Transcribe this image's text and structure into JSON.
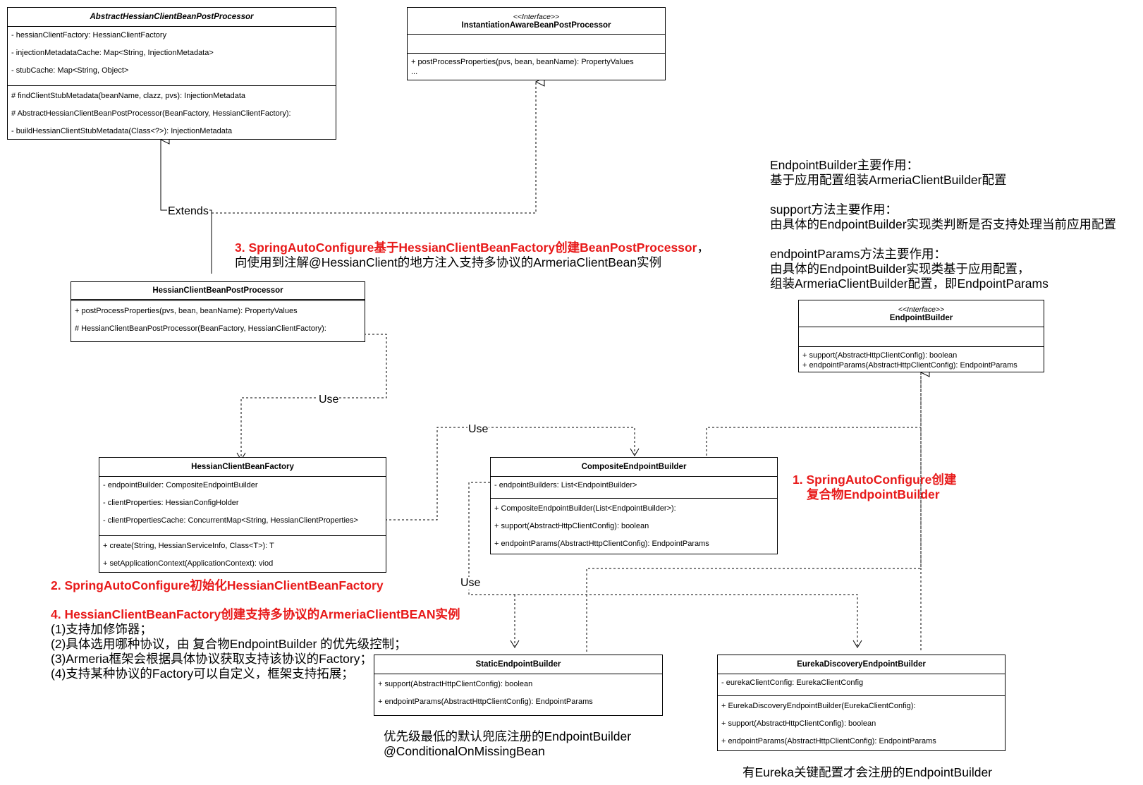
{
  "classes": {
    "abstract_hessian": {
      "name": "AbstractHessianClientBeanPostProcessor",
      "fields": [
        "- hessianClientFactory: HessianClientFactory",
        "- injectionMetadataCache: Map<String, InjectionMetadata>",
        "- stubCache: Map<String, Object>"
      ],
      "methods": [
        "# findClientStubMetadata(beanName, clazz, pvs): InjectionMetadata",
        "# AbstractHessianClientBeanPostProcessor(BeanFactory, HessianClientFactory):",
        "- buildHessianClientStubMetadata(Class<?>): InjectionMetadata"
      ]
    },
    "instantiation_aware": {
      "stereotype": "<<Interface>>",
      "name": "InstantiationAwareBeanPostProcessor",
      "methods": [
        "+ postProcessProperties(pvs, bean, beanName): PropertyValues",
        "..."
      ]
    },
    "hessian_bpp": {
      "name": "HessianClientBeanPostProcessor",
      "methods": [
        "+ postProcessProperties(pvs, bean, beanName): PropertyValues",
        "# HessianClientBeanPostProcessor(BeanFactory, HessianClientFactory):"
      ]
    },
    "hessian_factory": {
      "name": "HessianClientBeanFactory",
      "fields": [
        "- endpointBuilder: CompositeEndpointBuilder",
        "- clientProperties: HessianConfigHolder",
        "- clientPropertiesCache: ConcurrentMap<String, HessianClientProperties>"
      ],
      "methods": [
        "+ create(String, HessianServiceInfo, Class<T>): T",
        "+ setApplicationContext(ApplicationContext): viod"
      ]
    },
    "composite": {
      "name": "CompositeEndpointBuilder",
      "fields": [
        "- endpointBuilders: List<EndpointBuilder>"
      ],
      "methods": [
        "+ CompositeEndpointBuilder(List<EndpointBuilder>):",
        "+ support(AbstractHttpClientConfig): boolean",
        "+ endpointParams(AbstractHttpClientConfig): EndpointParams"
      ]
    },
    "endpoint_builder": {
      "stereotype": "<<Interface>>",
      "name": "EndpointBuilder",
      "methods": [
        "+ support(AbstractHttpClientConfig): boolean",
        "+ endpointParams(AbstractHttpClientConfig): EndpointParams"
      ]
    },
    "static_builder": {
      "name": "StaticEndpointBuilder",
      "methods": [
        "+ support(AbstractHttpClientConfig): boolean",
        "+ endpointParams(AbstractHttpClientConfig): EndpointParams"
      ]
    },
    "eureka_builder": {
      "name": "EurekaDiscoveryEndpointBuilder",
      "fields": [
        "- eurekaClientConfig: EurekaClientConfig"
      ],
      "methods": [
        "+ EurekaDiscoveryEndpointBuilder(EurekaClientConfig):",
        "+ support(AbstractHttpClientConfig): boolean",
        "+ endpointParams(AbstractHttpClientConfig): EndpointParams"
      ]
    }
  },
  "edge_labels": {
    "extends": "Extends",
    "use_bpp_factory": "Use",
    "use_factory_composite": "Use",
    "use_composite_impls": "Use"
  },
  "notes": {
    "note3": {
      "red": "3. SpringAutoConfigure基于HessianClientBeanFactory创建BeanPostProcessor",
      "tail": "，",
      "line2": "向使用到注解@HessianClient的地方注入支持多协议的ArmeriaClientBean实例"
    },
    "right_top": [
      "EndpointBuilder主要作用：",
      "基于应用配置组装ArmeriaClientBuilder配置",
      "",
      "support方法主要作用：",
      "由具体的EndpointBuilder实现类判断是否支持处理当前应用配置",
      "",
      "endpointParams方法主要作用：",
      "由具体的EndpointBuilder实现类基于应用配置，",
      "组装ArmeriaClientBuilder配置，即EndpointParams"
    ],
    "note1": [
      "1. SpringAutoConfigure创建",
      "复合物EndpointBuilder"
    ],
    "note2": "2. SpringAutoConfigure初始化HessianClientBeanFactory",
    "note4": {
      "title": "4. HessianClientBeanFactory创建支持多协议的ArmeriaClientBEAN实例",
      "lines": [
        "(1)支持加修饰器；",
        "(2)具体选用哪种协议，由 复合物EndpointBuilder 的优先级控制；",
        "(3)Armeria框架会根据具体协议获取支持该协议的Factory；",
        "(4)支持某种协议的Factory可以自定义，框架支持拓展；"
      ]
    },
    "static_note": [
      "优先级最低的默认兜底注册的EndpointBuilder",
      "@ConditionalOnMissingBean"
    ],
    "eureka_note": "有Eureka关键配置才会注册的EndpointBuilder"
  }
}
